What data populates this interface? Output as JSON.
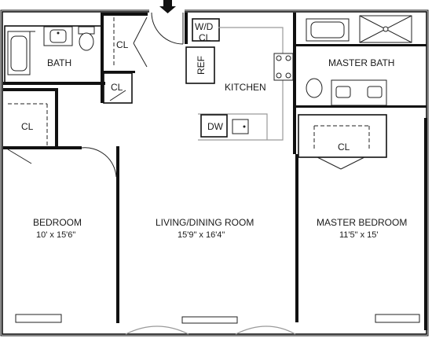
{
  "rooms": {
    "bath": "BATH",
    "cl_top": "CL",
    "cl_small": "CL",
    "cl_left": "CL",
    "wd_cl_line1": "W/D",
    "wd_cl_line2": "CL",
    "ref": "REF",
    "kitchen": "KITCHEN",
    "dw": "DW",
    "master_bath": "MASTER BATH",
    "master_cl": "CL",
    "bedroom": "BEDROOM",
    "bedroom_dims": "10' x 15'6\"",
    "living": "LIVING/DINING ROOM",
    "living_dims": "15'9\" x 16'4\"",
    "master_bedroom": "MASTER BEDROOM",
    "master_bedroom_dims": "11'5\" x 15'"
  },
  "icons": {
    "entry": "entry-arrow-icon"
  },
  "colors": {
    "wall": "#111111",
    "background": "#ffffff"
  }
}
